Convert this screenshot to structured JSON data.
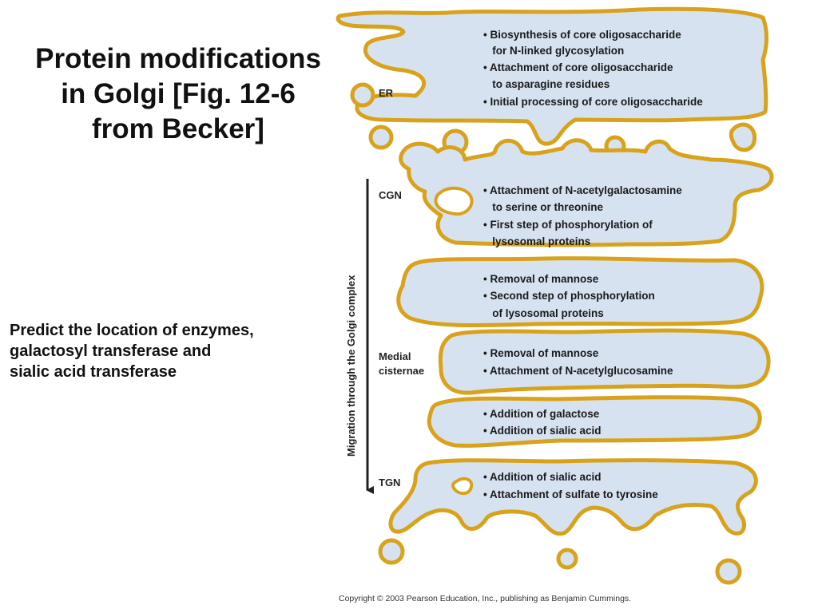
{
  "title_lines": [
    "Protein modifications",
    "in Golgi [Fig. 12-6",
    "from Becker]"
  ],
  "question_lines": [
    "Predict the location of enzymes,",
    "galactosyl transferase and",
    "sialic acid transferase"
  ],
  "figure": {
    "axis_label": "Migration through the Golgi complex",
    "region_labels": {
      "er": "ER",
      "cgn": "CGN",
      "medial_1": "Medial",
      "medial_2": "cisternae",
      "tgn": "TGN"
    },
    "compartments": [
      {
        "id": "er",
        "bullets": [
          "• Biosynthesis of core oligosaccharide",
          "   for N-linked glycosylation",
          "• Attachment of core oligosaccharide",
          "   to asparagine residues",
          "• Initial processing of core oligosaccharide"
        ]
      },
      {
        "id": "cgn",
        "bullets": [
          "• Attachment of N-acetylgalactosamine",
          "   to serine or threonine",
          "• First step of phosphorylation of",
          "   lysosomal proteins"
        ]
      },
      {
        "id": "cis",
        "bullets": [
          "• Removal of mannose",
          "• Second step of phosphorylation",
          "   of lysosomal proteins"
        ]
      },
      {
        "id": "medial",
        "bullets": [
          "• Removal of mannose",
          "• Attachment of N-acetylglucosamine"
        ]
      },
      {
        "id": "trans",
        "bullets": [
          "• Addition of galactose",
          "• Addition of sialic acid"
        ]
      },
      {
        "id": "tgn",
        "bullets": [
          "• Addition of sialic acid",
          "• Attachment of sulfate to tyrosine"
        ]
      }
    ],
    "colors": {
      "fill": "#d6e2f0",
      "outline": "#d9a21b",
      "inner_outline": "#6b4a12"
    }
  },
  "copyright": "Copyright © 2003 Pearson Education, Inc., publishing as Benjamin Cummings."
}
